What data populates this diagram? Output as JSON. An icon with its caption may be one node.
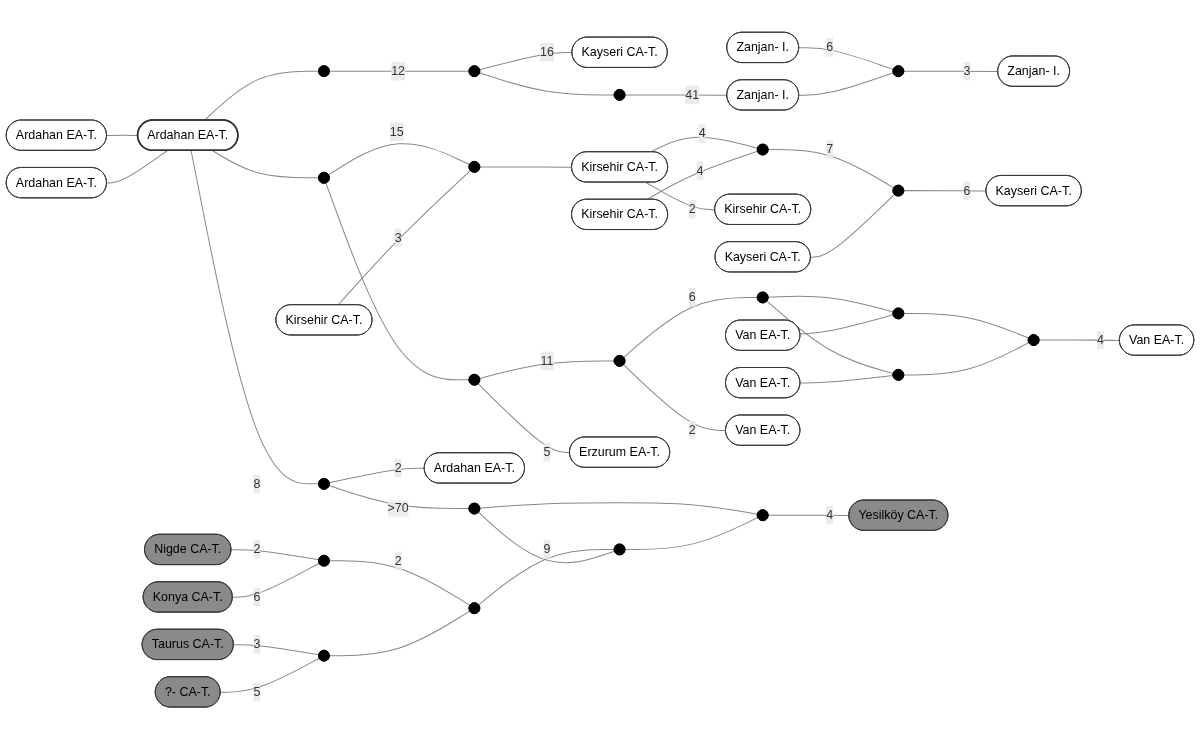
{
  "diagram": {
    "nodes": [
      {
        "text": [
          "Zanjan- I."
        ]
      },
      {
        "text": [],
        "shape": "circle"
      },
      {
        "text": [
          "Zanjan- I."
        ]
      },
      {
        "text": [
          "Zanjan- I."
        ]
      },
      {
        "text": [
          "Kayseri CA-T."
        ]
      },
      {
        "text": [],
        "shape": "circle"
      },
      {
        "text": [
          "Kayseri CA-T."
        ]
      },
      {
        "text": [
          "Kayseri CA-T."
        ]
      },
      {
        "text": [
          "Van EA-T."
        ]
      },
      {
        "text": [
          "Kirsehir CA-T."
        ]
      },
      {
        "text": [
          "Kirsehir CA-T."
        ]
      },
      {
        "text": [],
        "shape": "circle"
      },
      {
        "text": [],
        "shape": "circle"
      },
      {
        "text": [
          "Van EA-T."
        ]
      },
      {
        "text": [],
        "shape": "circle"
      },
      {
        "text": [],
        "shape": "circle"
      },
      {
        "text": [
          "Van EA-T."
        ]
      },
      {
        "text": [
          "Kirsehir CA-T."
        ]
      },
      {
        "text": [],
        "shape": "circle"
      },
      {
        "text": [],
        "shape": "circle"
      },
      {
        "text": [
          "?- CA-T."
        ]
      },
      {
        "text": [
          "Taurus CA-T."
        ]
      },
      {
        "text": [
          "Kirsehir CA-T."
        ]
      },
      {
        "text": [],
        "shape": "circle"
      },
      {
        "text": [],
        "shape": "circle"
      },
      {
        "text": [
          "Konya CA-T."
        ]
      },
      {
        "text": [],
        "shape": "circle"
      },
      {
        "text": [],
        "shape": "circle"
      },
      {
        "text": [
          "Van EA-T."
        ]
      },
      {
        "text": [],
        "shape": "circle"
      },
      {
        "text": [],
        "shape": "circle"
      },
      {
        "text": [
          "Nigde CA-T."
        ]
      },
      {
        "text": [
          "Erzurum EA-T."
        ]
      },
      {
        "text": [
          "Ardahan EA-T."
        ]
      },
      {
        "text": [],
        "shape": "circle"
      },
      {
        "text": [],
        "shape": "circle"
      },
      {
        "text": [
          "Ardahan EA-T."
        ]
      },
      {
        "text": [],
        "shape": "circle"
      },
      {
        "text": [],
        "shape": "circle"
      },
      {
        "text": [
          "Ardahan EA-T."
        ]
      },
      {
        "text": [
          "Ardahan EA-T."
        ]
      },
      {
        "text": [],
        "shape": "circle"
      },
      {
        "text": [],
        "shape": "circle"
      },
      {
        "text": [
          "Yesilköy CA-T."
        ]
      },
      {
        "text": [],
        "shape": "circle"
      }
    ],
    "edges": [
      {
        "from": 0,
        "to": 1,
        "arrow": "none",
        "label": "3"
      },
      {
        "from": 1,
        "to": 2,
        "arrow": "none"
      },
      {
        "from": 1,
        "to": 3,
        "arrow": "none",
        "label": "6"
      },
      {
        "from": 2,
        "to": 23,
        "arrow": "none",
        "label": "41"
      },
      {
        "from": 4,
        "to": 5,
        "arrow": "none",
        "label": "6"
      },
      {
        "from": 5,
        "to": 6,
        "arrow": "none"
      },
      {
        "from": 5,
        "to": 11,
        "arrow": "none",
        "label": "7"
      },
      {
        "from": 11,
        "to": 9,
        "arrow": "none",
        "label": "4"
      },
      {
        "from": 11,
        "to": 17,
        "arrow": "none",
        "label": "4"
      },
      {
        "from": 10,
        "to": 17,
        "arrow": "none",
        "label": "2"
      },
      {
        "from": 17,
        "to": 19,
        "arrow": "none"
      },
      {
        "from": 19,
        "to": 22,
        "arrow": "none",
        "label": "3"
      },
      {
        "from": 19,
        "to": 37,
        "arrow": "none",
        "label": "15"
      },
      {
        "from": 8,
        "to": 12,
        "arrow": "none",
        "label": "4"
      },
      {
        "from": 12,
        "to": 14,
        "arrow": "none"
      },
      {
        "from": 12,
        "to": 15,
        "arrow": "none"
      },
      {
        "from": 14,
        "to": 13,
        "arrow": "none"
      },
      {
        "from": 15,
        "to": 16,
        "arrow": "none"
      },
      {
        "from": 14,
        "to": 18,
        "arrow": "none"
      },
      {
        "from": 15,
        "to": 18,
        "arrow": "none"
      },
      {
        "from": 18,
        "to": 29,
        "arrow": "none",
        "label": "6"
      },
      {
        "from": 28,
        "to": 29,
        "arrow": "none",
        "label": "2"
      },
      {
        "from": 29,
        "to": 34,
        "arrow": "none",
        "label": "11"
      },
      {
        "from": 32,
        "to": 34,
        "arrow": "none",
        "label": "5"
      },
      {
        "from": 34,
        "to": 37,
        "arrow": "none"
      },
      {
        "from": 37,
        "to": 39,
        "arrow": "none"
      },
      {
        "from": 23,
        "to": 30,
        "arrow": "none"
      },
      {
        "from": 7,
        "to": 30,
        "arrow": "none",
        "label": "16"
      },
      {
        "from": 30,
        "to": 35,
        "arrow": "none",
        "label": "12"
      },
      {
        "from": 35,
        "to": 39,
        "arrow": "none"
      },
      {
        "from": 39,
        "to": 36,
        "arrow": "none"
      },
      {
        "from": 39,
        "to": 40,
        "arrow": "none"
      },
      {
        "from": 42,
        "to": 39,
        "arrow": "none",
        "label": "8"
      },
      {
        "from": 33,
        "to": 42,
        "arrow": "none",
        "label": "2"
      },
      {
        "from": 41,
        "to": 42,
        "arrow": "none",
        "label": ">70"
      },
      {
        "from": 44,
        "to": 38,
        "arrow": "none"
      },
      {
        "from": 38,
        "to": 41,
        "arrow": "none"
      },
      {
        "from": 44,
        "to": 41,
        "arrow": "none"
      },
      {
        "from": 43,
        "to": 44,
        "arrow": "none",
        "label": "4"
      },
      {
        "from": 38,
        "to": 27,
        "arrow": "none",
        "label": "9"
      },
      {
        "from": 27,
        "to": 24,
        "arrow": "none"
      },
      {
        "from": 24,
        "to": 20,
        "arrow": "none",
        "label": "5"
      },
      {
        "from": 24,
        "to": 21,
        "arrow": "none",
        "label": "3"
      },
      {
        "from": 27,
        "to": 26,
        "arrow": "none",
        "label": "2"
      },
      {
        "from": 26,
        "to": 25,
        "arrow": "none",
        "label": "6"
      },
      {
        "from": 26,
        "to": 31,
        "arrow": "none",
        "label": "2"
      }
    ]
  }
}
